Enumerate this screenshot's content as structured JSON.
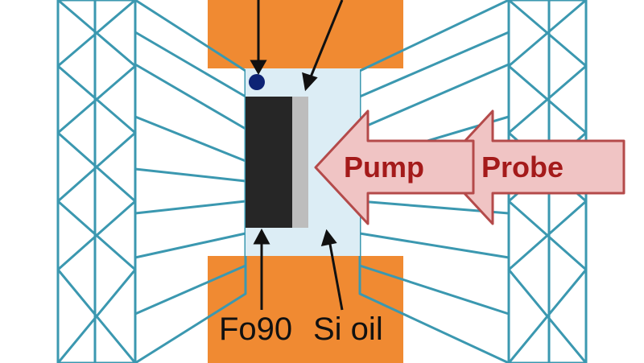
{
  "labels": {
    "pump": "Pump",
    "probe": "Probe",
    "sample": "Fo90",
    "medium": "Si oil"
  },
  "colors": {
    "gasket": "#f08a32",
    "anvil_line": "#3b98b0",
    "chamber": "#dcedf5",
    "sample": "#262626",
    "coating": "#bdbdbd",
    "ruby": "#0d2375",
    "arrow_fill": "#f0c4c4",
    "arrow_stroke": "#b44a4a",
    "arrow_text": "#a41a1a",
    "annotation": "#111111"
  }
}
